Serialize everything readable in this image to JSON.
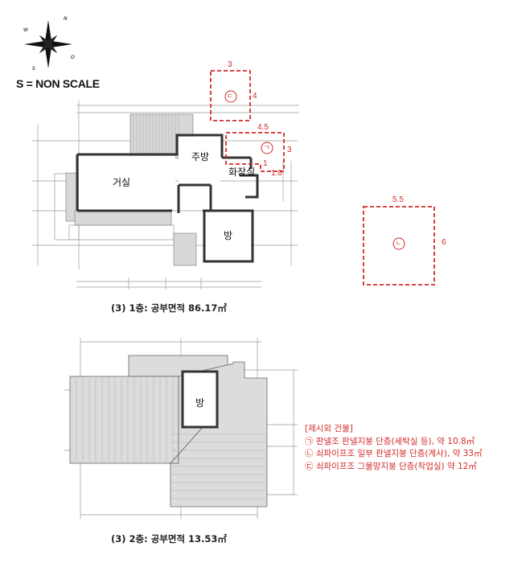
{
  "compass": {
    "labels": [
      "N",
      "W",
      "S",
      "O"
    ]
  },
  "scale_note": "S = NON SCALE",
  "floor1": {
    "rooms": {
      "living": "거실",
      "kitchen": "주방",
      "bathroom": "화장실",
      "room": "방"
    },
    "caption": "(3) 1층: 공부면적 86.17㎡"
  },
  "floor2": {
    "rooms": {
      "room": "방"
    },
    "caption": "(3) 2층: 공부면적 13.53㎡"
  },
  "annex": {
    "a": {
      "marker": "ㄱ",
      "width": "4.5",
      "height": "3",
      "notch_w": "1.8",
      "notch_h": "1"
    },
    "b": {
      "marker": "ㄴ",
      "width": "5.5",
      "height": "6"
    },
    "c": {
      "marker": "ㄷ",
      "width": "3",
      "height": "4"
    }
  },
  "legend": {
    "title": "[제시외 건물]",
    "items": [
      "㉠ 판넬조 판넬지붕 단층(세탁실 등), 약 10.8㎡",
      "㉡ 쇠파이프조 일부 판넬지붕 단층(계사),  약 33㎡",
      "㉢ 쇠파이프조 그물망지붕 단층(작업실) 약 12㎡"
    ]
  },
  "colors": {
    "annotation": "#d42a2a",
    "wall": "#333333",
    "line": "#9a9a9a"
  }
}
